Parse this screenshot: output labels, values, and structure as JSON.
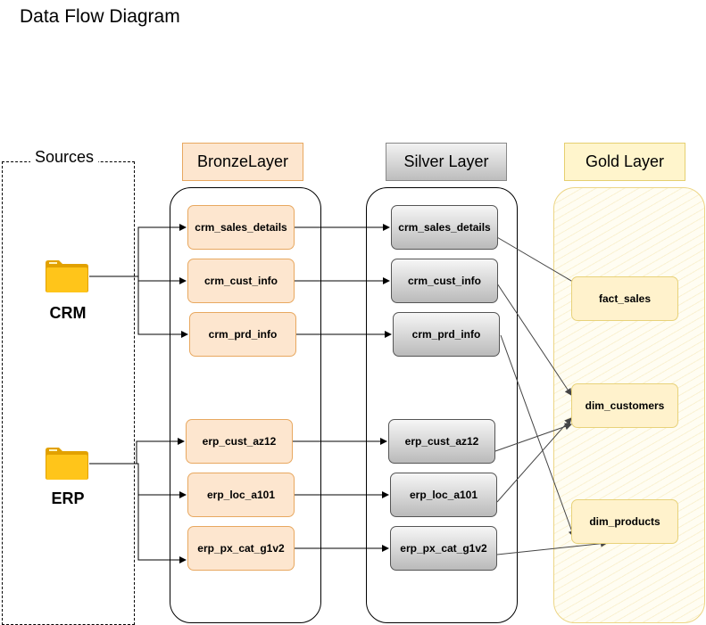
{
  "title": "Data Flow Diagram",
  "sources": {
    "label": "Sources",
    "items": [
      {
        "label": "CRM",
        "icon": "folder-icon"
      },
      {
        "label": "ERP",
        "icon": "folder-icon"
      }
    ]
  },
  "layers": {
    "bronze": {
      "label": "BronzeLayer",
      "nodes": [
        "crm_sales_details",
        "crm_cust_info",
        "crm_prd_info",
        "erp_cust_az12",
        "erp_loc_a101",
        "erp_px_cat_g1v2"
      ]
    },
    "silver": {
      "label": "Silver Layer",
      "nodes": [
        "crm_sales_details",
        "crm_cust_info",
        "crm_prd_info",
        "erp_cust_az12",
        "erp_loc_a101",
        "erp_px_cat_g1v2"
      ]
    },
    "gold": {
      "label": "Gold Layer",
      "nodes": [
        "fact_sales",
        "dim_customers",
        "dim_products"
      ]
    }
  },
  "colors": {
    "bronze_fill": "#fde6cf",
    "bronze_border": "#e8a860",
    "silver_fill": "#d6d6d6",
    "gold_fill": "#fff2cc",
    "gold_border": "#e8d27a",
    "edge": "#000000",
    "gold_edge": "#555555"
  }
}
